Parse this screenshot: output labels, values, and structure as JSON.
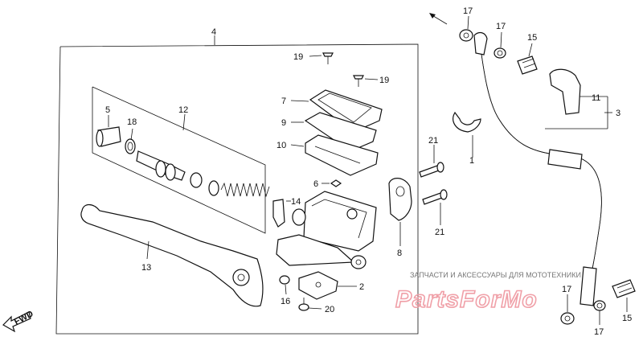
{
  "callouts": {
    "c4": "4",
    "c12": "12",
    "c5": "5",
    "c18": "18",
    "c13": "13",
    "c19a": "19",
    "c19b": "19",
    "c7": "7",
    "c9": "9",
    "c10": "10",
    "c6": "6",
    "c14": "14",
    "c2": "2",
    "c16": "16",
    "c20": "20",
    "c8": "8",
    "c21a": "21",
    "c21b": "21",
    "c1": "1",
    "c17a": "17",
    "c17b": "17",
    "c15a": "15",
    "c11": "11",
    "c3": "3",
    "c17c": "17",
    "c17d": "17",
    "c15b": "15"
  },
  "fwd_label": "FWD",
  "watermark": {
    "text": "ЗАПЧАСТИ И АКСЕССУАРЫ ДЛЯ МОТОТЕХНИКИ",
    "logo": "PartsForMo"
  },
  "colors": {
    "line": "#111111",
    "watermark": "#f0a0a8",
    "background": "#ffffff"
  }
}
